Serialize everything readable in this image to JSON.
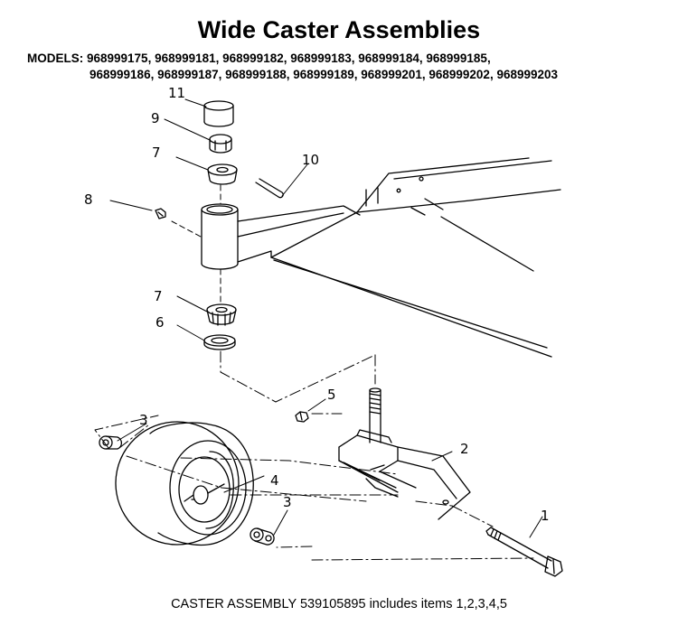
{
  "title": "Wide Caster Assemblies",
  "models": {
    "line1": "MODELS: 968999175, 968999181, 968999182, 968999183, 968999184, 968999185,",
    "line2": "968999186, 968999187,  968999188, 968999189, 968999201, 968999202, 968999203"
  },
  "callouts": {
    "c11": "11",
    "c9": "9",
    "c7a": "7",
    "c10": "10",
    "c8": "8",
    "c7b": "7",
    "c6": "6",
    "c5": "5",
    "c3a": "3",
    "c2": "2",
    "c4": "4",
    "c3b": "3",
    "c1": "1"
  },
  "footer": "CASTER ASSEMBLY 539105895 includes items 1,2,3,4,5"
}
